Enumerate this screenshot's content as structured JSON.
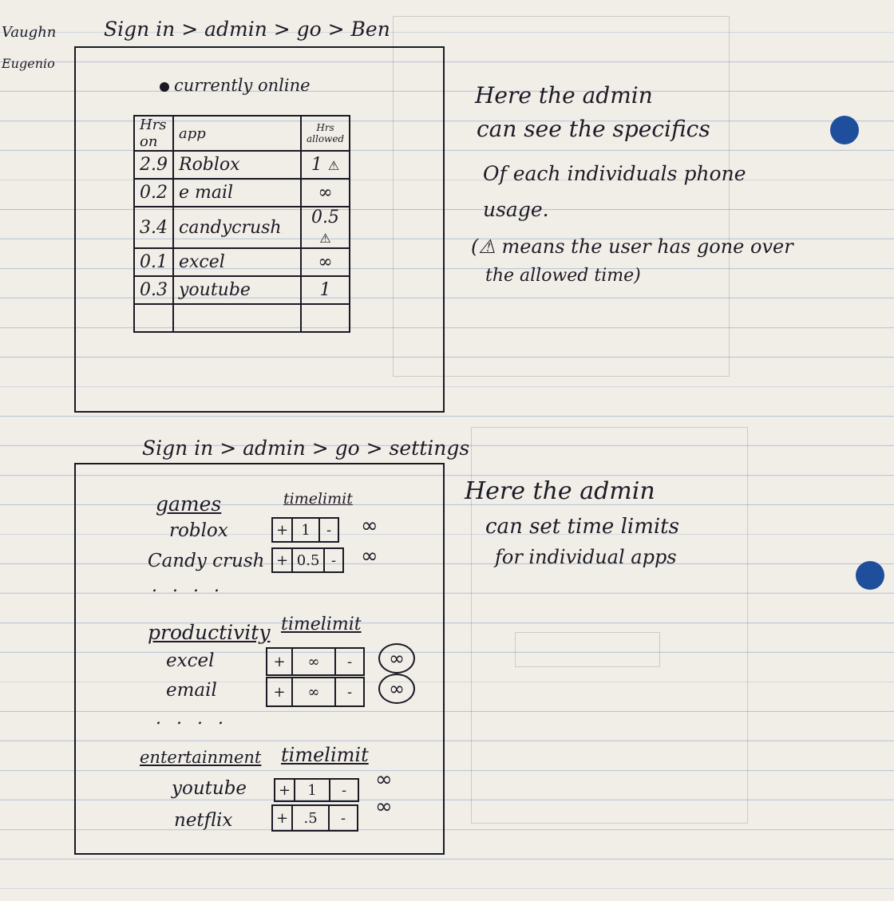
{
  "author": [
    "Vaughn",
    "Eugenio"
  ],
  "screen1": {
    "breadcrumb": "Sign in > admin > go > Ben",
    "status": "currently online",
    "columns": [
      "Hrs on",
      "app",
      "Hrs allowed"
    ],
    "rows": [
      {
        "hrs": "2.9",
        "app": "Roblox",
        "allowed": "1",
        "over": true
      },
      {
        "hrs": "0.2",
        "app": "e mail",
        "allowed": "∞",
        "over": false
      },
      {
        "hrs": "3.4",
        "app": "candycrush",
        "allowed": "0.5",
        "over": true
      },
      {
        "hrs": "0.1",
        "app": "excel",
        "allowed": "∞",
        "over": false
      },
      {
        "hrs": "0.3",
        "app": "youtube",
        "allowed": "1",
        "over": false
      }
    ],
    "warn_symbol": "⚠",
    "note": [
      "Here the admin",
      "can see the specifics",
      "Of each individuals phone",
      "usage.",
      "(⚠ means the user has gone over",
      "the allowed time)"
    ]
  },
  "screen2": {
    "breadcrumb": "Sign in > admin > go > settings",
    "timelimit_label": "timelimit",
    "groups": [
      {
        "category": "games",
        "apps": [
          {
            "name": "roblox",
            "value": "1",
            "infinity": "∞",
            "circled": false
          },
          {
            "name": "Candy crush",
            "value": "0.5",
            "infinity": "∞",
            "circled": false
          }
        ]
      },
      {
        "category": "productivity",
        "apps": [
          {
            "name": "excel",
            "value": "∞",
            "infinity": "∞",
            "circled": true
          },
          {
            "name": "email",
            "value": "∞",
            "infinity": "∞",
            "circled": true
          }
        ]
      },
      {
        "category": "entertainment",
        "apps": [
          {
            "name": "youtube",
            "value": "1",
            "infinity": "∞",
            "circled": false
          },
          {
            "name": "netflix",
            "value": ".5",
            "infinity": "∞",
            "circled": false
          }
        ]
      }
    ],
    "plus": "+",
    "minus": "-",
    "ellipsis": ". . . .",
    "note": [
      "Here the admin",
      "can set time limits",
      "for individual apps"
    ]
  }
}
